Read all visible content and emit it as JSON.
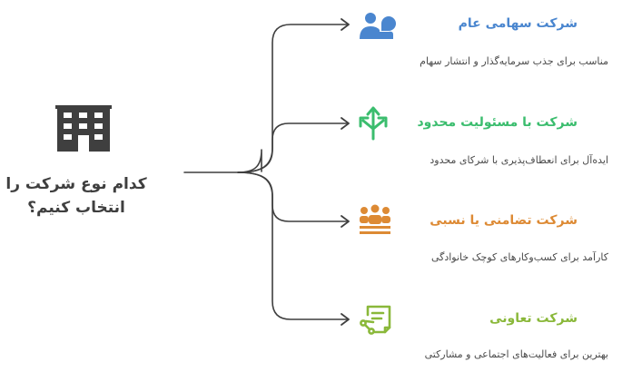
{
  "question": {
    "line1": "کدام نوع شرکت را",
    "line2": "انتخاب کنیم؟"
  },
  "options": [
    {
      "title": "شرکت سهامی عام",
      "description": "مناسب برای جذب سرمایه‌گذار و انتشار سهام",
      "color": "#4a86cf",
      "icon": "shareholders-icon"
    },
    {
      "title": "شرکت با مسئولیت محدود",
      "description": "ایده‌آل برای انعطاف‌پذیری با شرکای محدود",
      "color": "#3bbd6e",
      "icon": "directions-arrows-icon"
    },
    {
      "title": "شرکت تضامنی یا نسبی",
      "description": "کارآمد برای کسب‌وکارهای کوچک خانوادگی",
      "color": "#dd8a34",
      "icon": "team-icon"
    },
    {
      "title": "شرکت تعاونی",
      "description": "بهترین برای فعالیت‌های اجتماعی و مشارکتی",
      "color": "#8ab83a",
      "icon": "cooperative-document-icon"
    }
  ],
  "colors": {
    "connector": "#3f3f3f",
    "building_icon": "#3f3f3f",
    "text": "#3f3f3f"
  },
  "building_icon": "building-icon"
}
